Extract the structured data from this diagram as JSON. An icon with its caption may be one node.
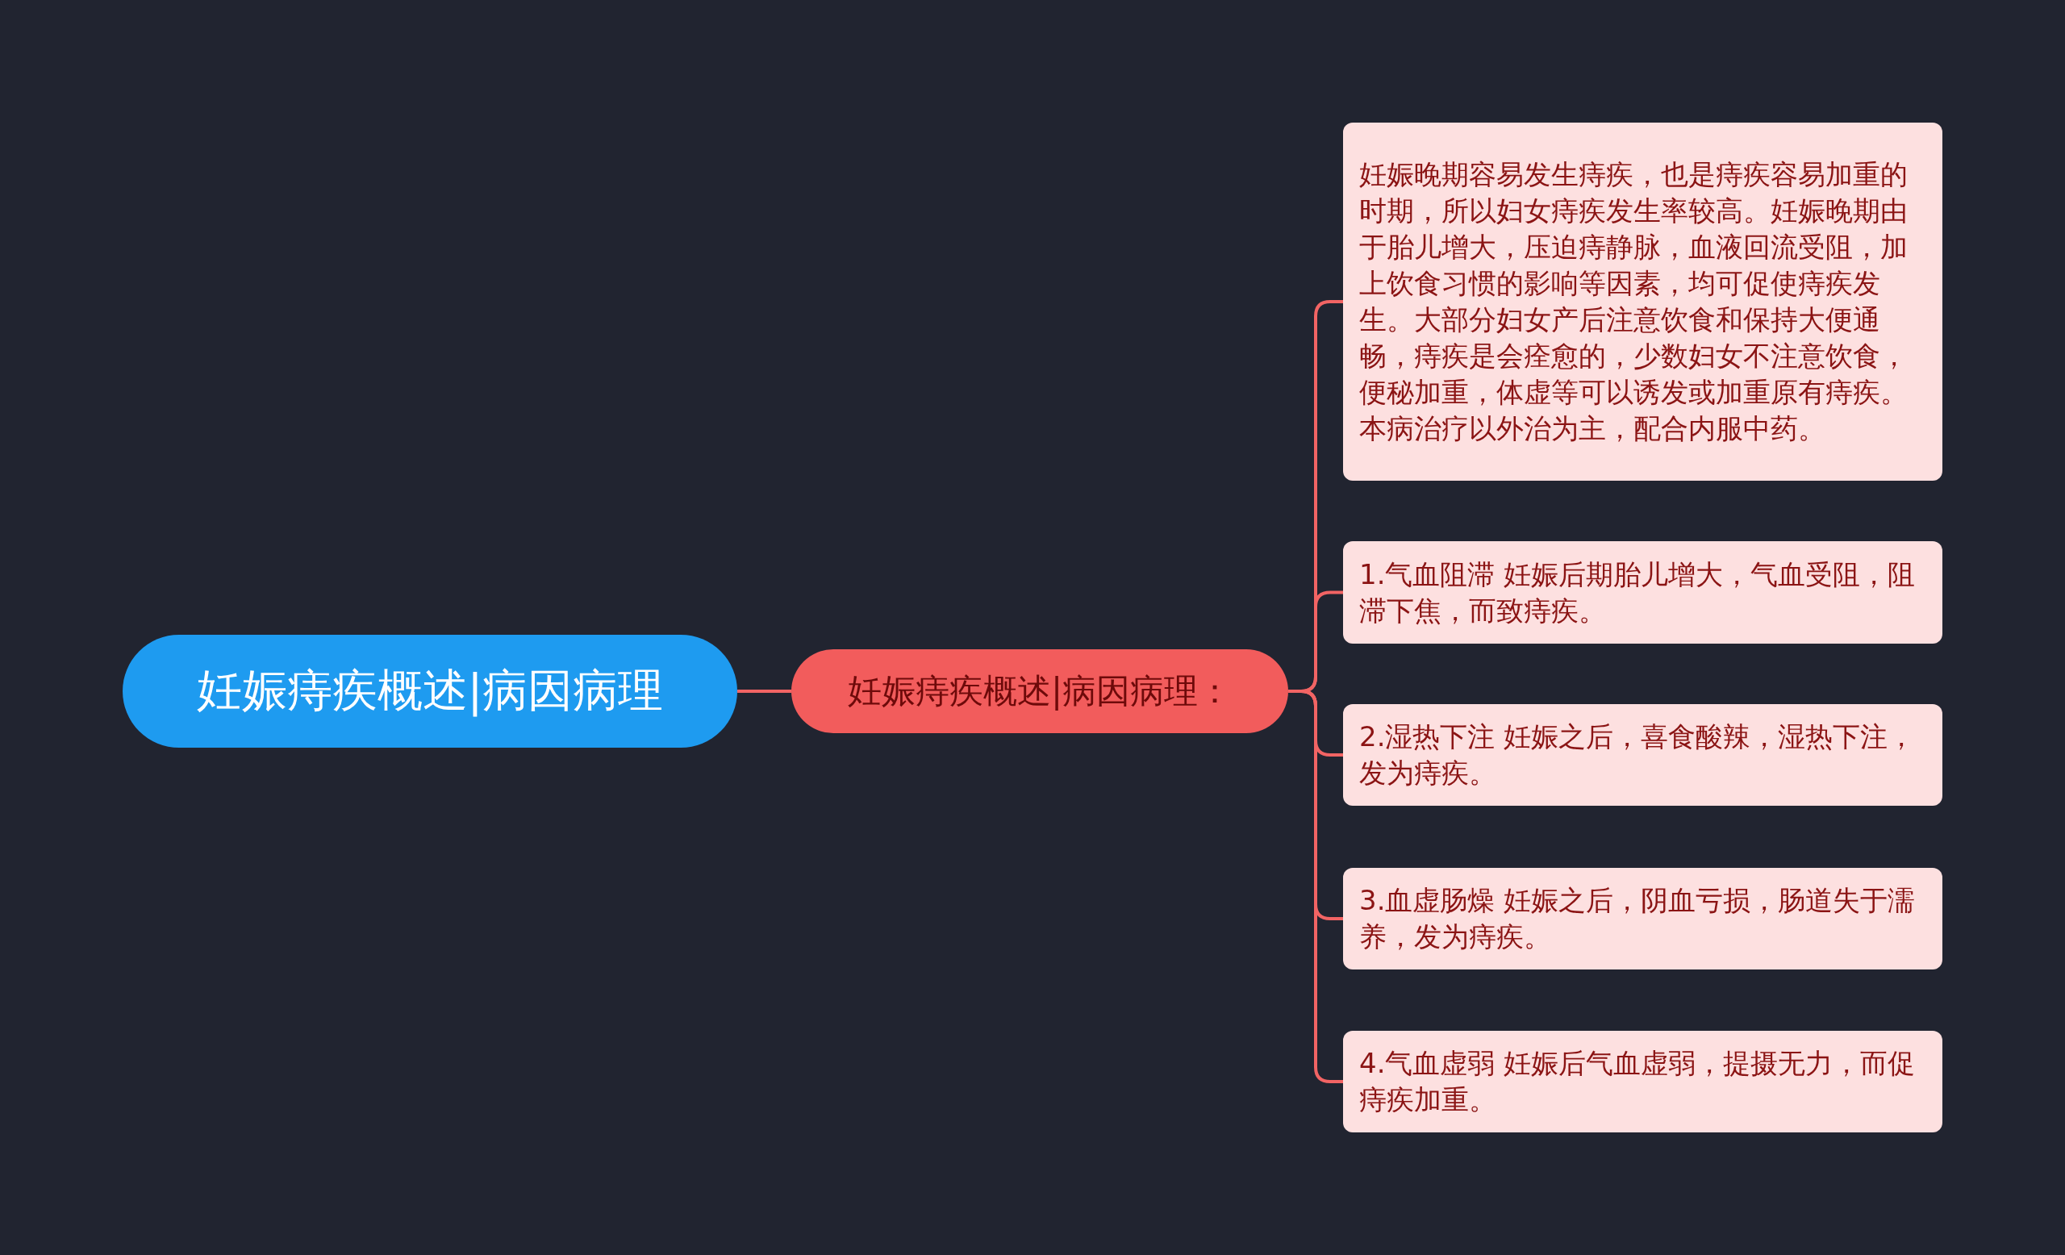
{
  "diagram": {
    "nodes": [
      {
        "text": [
          "妊娠痔疾概述|病因病理"
        ]
      },
      {
        "text": [
          "妊娠痔疾概述|病因病理："
        ]
      },
      {
        "text": [
          "妊娠晚期容易发生痔疾，也是痔疾容易加重的时期，所以妇女痔疾发生率较高。妊娠晚期由于胎儿增大，压迫痔静脉，血液回流受阻，加上饮食习惯的影响等因素，均可促使痔疾发生。大部分妇女产后注意饮食和保持大便通畅，痔疾是会痊愈的，少数妇女不注意饮食，便秘加重，体虚等可以诱发或加重原有痔疾。本病治疗以外治为主，配合内服中药。"
        ]
      },
      {
        "text": [
          "1.气血阻滞 妊娠后期胎儿增大，气血受阻，阻滞下焦，而致痔疾。"
        ]
      },
      {
        "text": [
          "2.湿热下注 妊娠之后，喜食酸辣，湿热下注，发为痔疾。"
        ]
      },
      {
        "text": [
          "3.血虚肠燥 妊娠之后，阴血亏损，肠道失于濡养，发为痔疾。"
        ]
      },
      {
        "text": [
          "4.气血虚弱 妊娠后气血虚弱，提摄无力，而促痔疾加重。"
        ]
      }
    ],
    "edges": [
      {
        "from": 0,
        "to": 1,
        "arrow": "none"
      },
      {
        "from": 1,
        "to": 2,
        "arrow": "none"
      },
      {
        "from": 1,
        "to": 3,
        "arrow": "none"
      },
      {
        "from": 1,
        "to": 4,
        "arrow": "none"
      },
      {
        "from": 1,
        "to": 5,
        "arrow": "none"
      },
      {
        "from": 1,
        "to": 6,
        "arrow": "none"
      }
    ]
  }
}
